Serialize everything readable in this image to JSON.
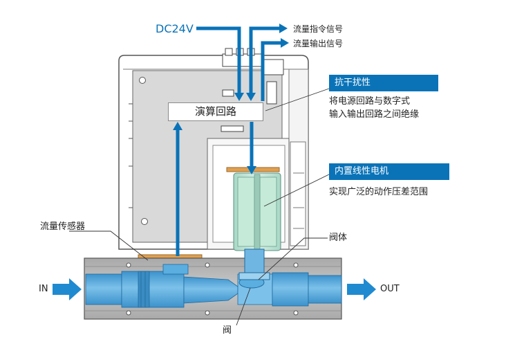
{
  "top_labels": {
    "voltage": "DC24V",
    "flow_command_signal": "流量指令信号",
    "flow_output_signal": "流量输出信号"
  },
  "calc_circuit": "演算回路",
  "callouts": {
    "noise_immunity": {
      "title": "抗干扰性",
      "lines": [
        "将电源回路与数字式",
        "输入输出回路之间绝缘"
      ]
    },
    "linear_motor": {
      "title": "内置线性电机",
      "lines": [
        "实现广泛的动作压差范围"
      ]
    }
  },
  "flow_sensor": "流量传感器",
  "valve_body": "阀体",
  "valve": "阀",
  "flow_in": "IN",
  "flow_out": "OUT",
  "colors": {
    "accent_blue": "#0a73b8",
    "channel_blue": "#5aaee0",
    "motor_green": "#bfe3d6",
    "body_gray": "#b9b9b9",
    "board_gray": "#d9d9d9",
    "copper": "#e0a050"
  }
}
